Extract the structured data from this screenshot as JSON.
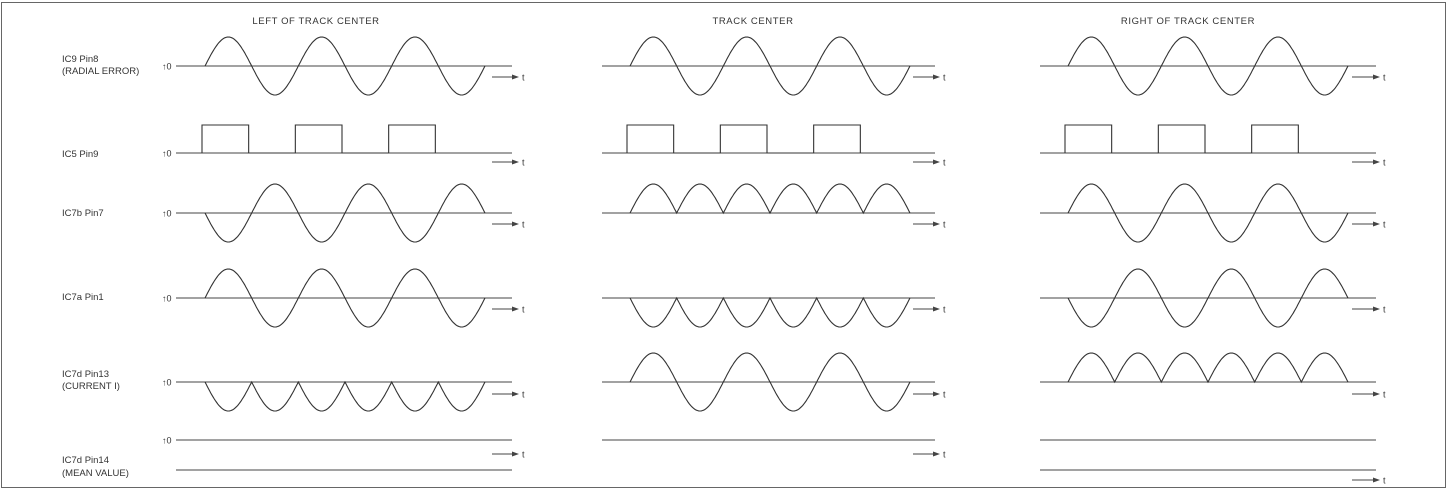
{
  "columns": [
    {
      "key": "left",
      "title": "LEFT OF TRACK CENTER"
    },
    {
      "key": "center",
      "title": "TRACK CENTER"
    },
    {
      "key": "right",
      "title": "RIGHT OF TRACK CENTER"
    }
  ],
  "rows": [
    {
      "key": "ic9_pin8",
      "label_lines": [
        "IC9 Pin8",
        "(RADIAL ERROR)"
      ],
      "waves": {
        "left": "sine",
        "center": "sine",
        "right": "sine"
      }
    },
    {
      "key": "ic5_pin9",
      "label_lines": [
        "IC5 Pin9"
      ],
      "waves": {
        "left": "square",
        "center": "square",
        "right": "square"
      }
    },
    {
      "key": "ic7b_pin7",
      "label_lines": [
        "IC7b Pin7"
      ],
      "waves": {
        "left": "sine-inverted",
        "center": "rectified-positive",
        "right": "sine"
      }
    },
    {
      "key": "ic7a_pin1",
      "label_lines": [
        "IC7a Pin1"
      ],
      "waves": {
        "left": "sine",
        "center": "rectified-negative",
        "right": "sine-inverted"
      }
    },
    {
      "key": "ic7d_pin13",
      "label_lines": [
        "IC7d Pin13",
        "(CURRENT I)"
      ],
      "waves": {
        "left": "rectified-negative",
        "center": "sine",
        "right": "rectified-positive"
      }
    },
    {
      "key": "ic7d_pin14",
      "label_lines": [
        "IC7d Pin14",
        "(MEAN VALUE)"
      ],
      "waves": {
        "left": "mean-two-lines",
        "center": "mean-single-line",
        "right": "mean-two-lines"
      }
    }
  ],
  "axis": {
    "zero_label": "0",
    "time_label": "t"
  }
}
